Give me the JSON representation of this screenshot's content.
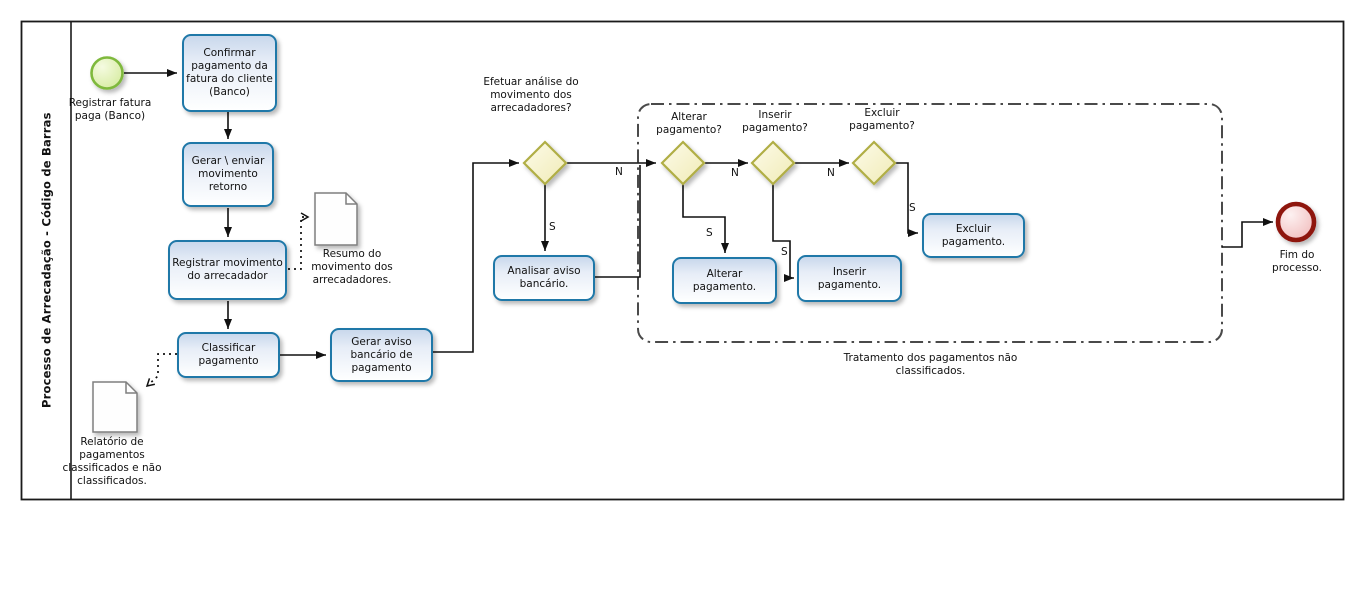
{
  "diagram": {
    "lane_title": "Processo de Arrecadação - Código de Barras",
    "events": {
      "start": {
        "label": "Registrar fatura paga (Banco)"
      },
      "end": {
        "label": "Fim do processo."
      }
    },
    "tasks": {
      "confirmar": {
        "label": "Confirmar pagamento da fatura do cliente (Banco)"
      },
      "gerar_enviar": {
        "label": "Gerar \\ enviar movimento retorno"
      },
      "registrar_movimento": {
        "label": "Registrar movimento do arrecadador"
      },
      "classificar": {
        "label": "Classificar pagamento"
      },
      "gerar_aviso": {
        "label": "Gerar aviso bancário de pagamento"
      },
      "analisar": {
        "label": "Analisar aviso bancário."
      },
      "alterar": {
        "label": "Alterar pagamento."
      },
      "inserir": {
        "label": "Inserir pagamento."
      },
      "excluir": {
        "label": "Excluir pagamento."
      }
    },
    "gateways": {
      "analise": {
        "label": "Efetuar análise do movimento dos arrecadadores?",
        "yes": "S",
        "no": "N"
      },
      "alterar": {
        "label": "Alterar pagamento?",
        "yes": "S",
        "no": "N"
      },
      "inserir": {
        "label": "Inserir pagamento?",
        "yes": "S",
        "no": "N"
      },
      "excluir": {
        "label": "Excluir pagamento?",
        "yes": "S"
      }
    },
    "documents": {
      "resumo": {
        "label": "Resumo do movimento dos arrecadadores."
      },
      "relatorio": {
        "label": "Relatório de pagamentos classificados e não classificados."
      }
    },
    "group": {
      "label": "Tratamento dos pagamentos não classificados."
    },
    "colors": {
      "task_border": "#1f78a8",
      "gateway_border": "#b0ae44",
      "start_border": "#7fb93c",
      "end_border": "#8e1310",
      "connector": "#111111"
    }
  }
}
